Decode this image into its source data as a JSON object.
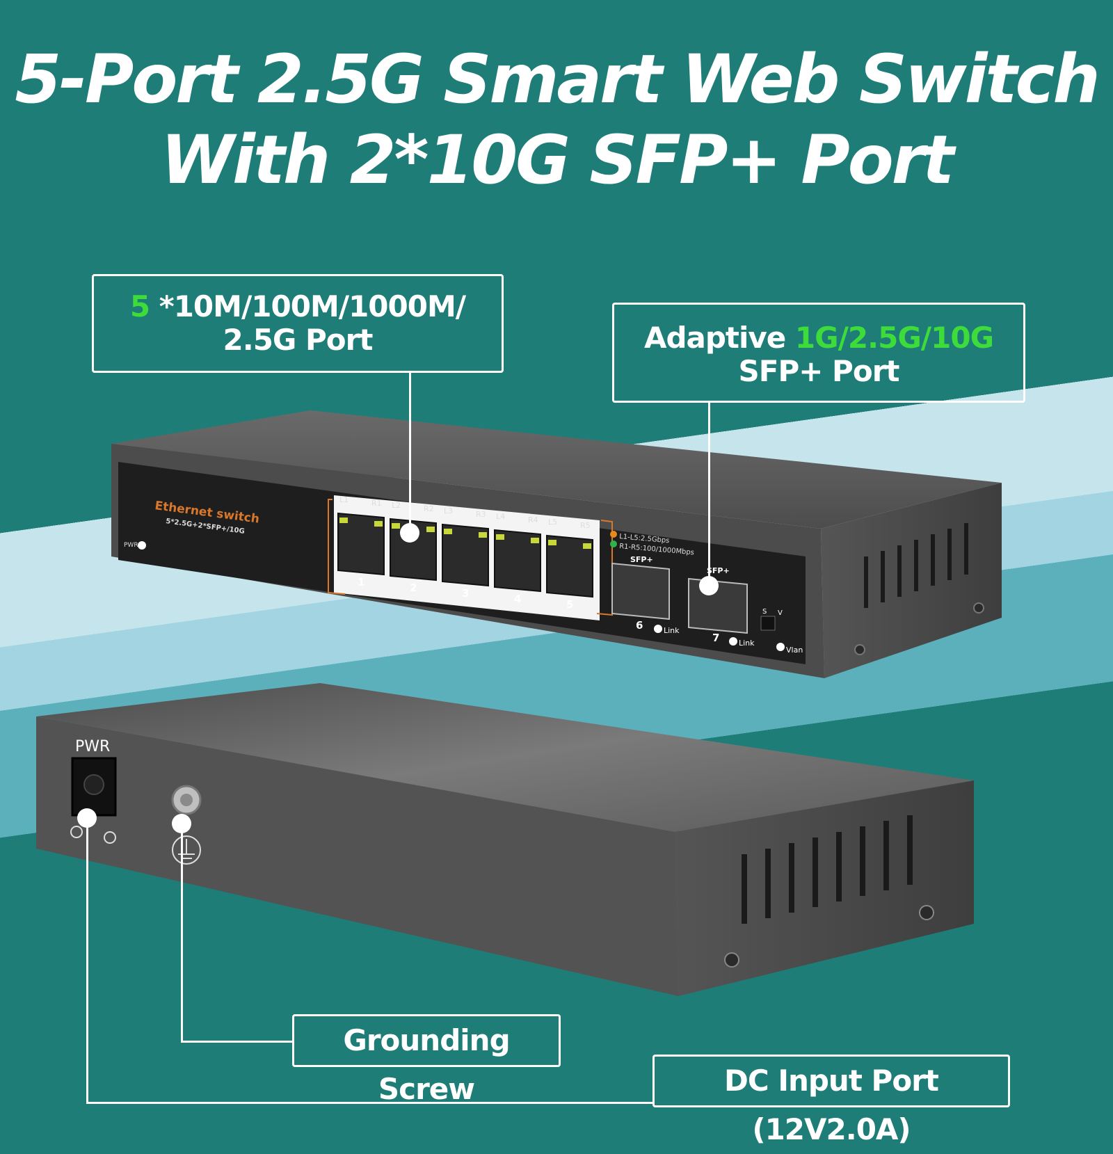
{
  "title": {
    "line1": "5-Port 2.5G Smart Web Switch",
    "line2": "With 2*10G SFP+ Port"
  },
  "callouts": {
    "ports": {
      "number": "5",
      "line1_rest": " *10M/100M/1000M/",
      "line2": "2.5G Port"
    },
    "sfp": {
      "prefix": "Adaptive ",
      "speeds": "1G/2.5G/10G",
      "line2": "SFP+ Port"
    },
    "grounding": "Grounding Screw",
    "dc_input": "DC Input Port (12V2.0A)"
  },
  "front_panel": {
    "brand": "Ethernet switch",
    "model": "5*2.5G+2*SFP+/10G",
    "pwr": "PWR",
    "led_labels": [
      "L1",
      "R1",
      "L2",
      "R2",
      "L3",
      "R3",
      "L4",
      "R4",
      "L5",
      "R5"
    ],
    "port_numbers": [
      "1",
      "2",
      "3",
      "4",
      "5"
    ],
    "legend_line1": "L1-L5:2.5Gbps",
    "legend_line2": "R1-R5:100/1000Mbps",
    "sfp_label_a": "SFP+",
    "sfp_label_b": "SFP+",
    "sfp_numbers": [
      "6",
      "7"
    ],
    "link": "Link",
    "switch_s": "S",
    "switch_v": "V",
    "vlan": "Vlan"
  },
  "back_panel": {
    "pwr": "PWR"
  },
  "colors": {
    "background": "#1f7d78",
    "accent_green": "#3ddc3a",
    "brand_orange": "#d9782b"
  }
}
